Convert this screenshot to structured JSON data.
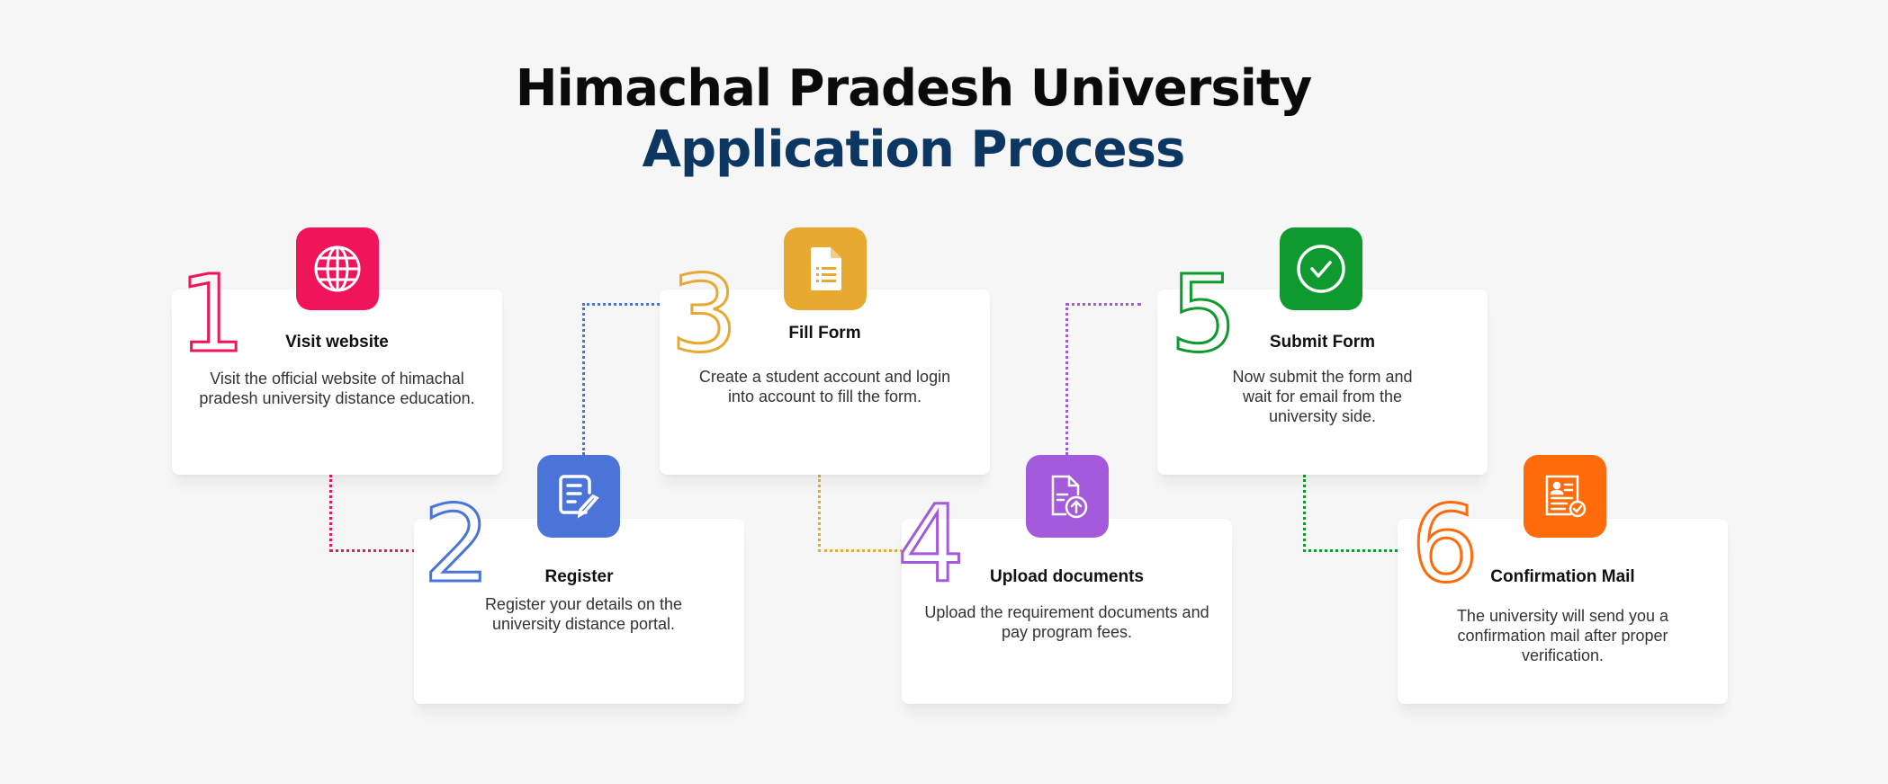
{
  "title_line1": "Himachal Pradesh University",
  "title_line2": "Application Process",
  "steps": [
    {
      "number": "1",
      "title": "Visit website",
      "body": "Visit the official website of himachal pradesh university distance education.",
      "color": "#f0145a",
      "icon": "globe-icon"
    },
    {
      "number": "2",
      "title": "Register",
      "body": "Register your details on the university distance portal.",
      "color": "#4a74d8",
      "icon": "document-edit-icon"
    },
    {
      "number": "3",
      "title": "Fill Form",
      "body": "Create a student account and login into account to fill the form.",
      "color": "#e8a930",
      "icon": "form-icon"
    },
    {
      "number": "4",
      "title": "Upload documents",
      "body": "Upload the requirement documents and pay program fees.",
      "color": "#a35bdb",
      "icon": "upload-document-icon"
    },
    {
      "number": "5",
      "title": "Submit Form",
      "body": "Now submit the form and wait for email from the university side.",
      "color": "#0e9a2e",
      "icon": "check-circle-icon"
    },
    {
      "number": "6",
      "title": "Confirmation Mail",
      "body": "The university will send you a confirmation mail after proper verification.",
      "color": "#ff6a0a",
      "icon": "certificate-icon"
    }
  ]
}
